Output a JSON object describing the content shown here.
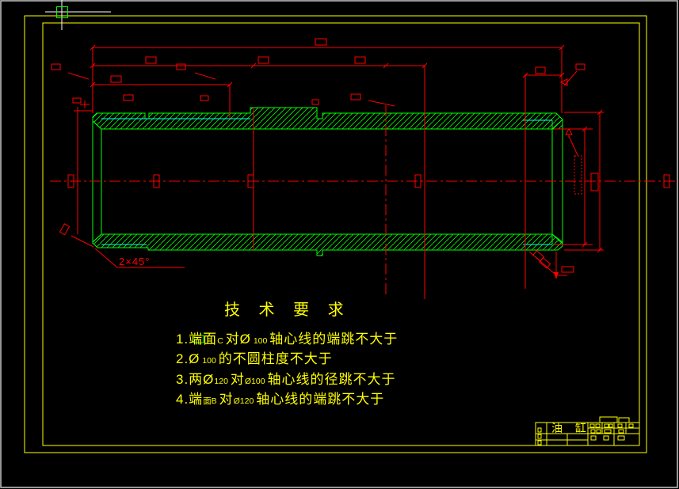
{
  "colors": {
    "background": "#000000",
    "frame": "#ffff00",
    "dimension": "#ff0000",
    "part_outline": "#00ff00",
    "bore_line": "#00ffff",
    "cursor": "#ffffff"
  },
  "drawing": {
    "chamfer_label": "2×45°",
    "tech": {
      "title": "技 术 要 求",
      "lines": [
        {
          "segments": [
            {
              "text": "1.端面"
            },
            {
              "text": "C "
            },
            {
              "text": "对Ø"
            },
            {
              "text": " 100 "
            },
            {
              "text": "轴心线的端跳不大于"
            }
          ]
        },
        {
          "segments": [
            {
              "text": "2.Ø"
            },
            {
              "text": " 100 "
            },
            {
              "text": "的不圆柱度不大于"
            }
          ]
        },
        {
          "segments": [
            {
              "text": "3.两Ø"
            },
            {
              "text": "120 "
            },
            {
              "text": "对"
            },
            {
              "text": "Ø100 "
            },
            {
              "text": "轴心线的径跳不大于"
            }
          ]
        },
        {
          "segments": [
            {
              "text": "4.端"
            },
            {
              "text": "面B "
            },
            {
              "text": "对"
            },
            {
              "text": "Ø120 "
            },
            {
              "text": "轴心线的端跳不大于"
            }
          ]
        }
      ]
    }
  },
  "title_block": {
    "part_name": "油 缸"
  }
}
